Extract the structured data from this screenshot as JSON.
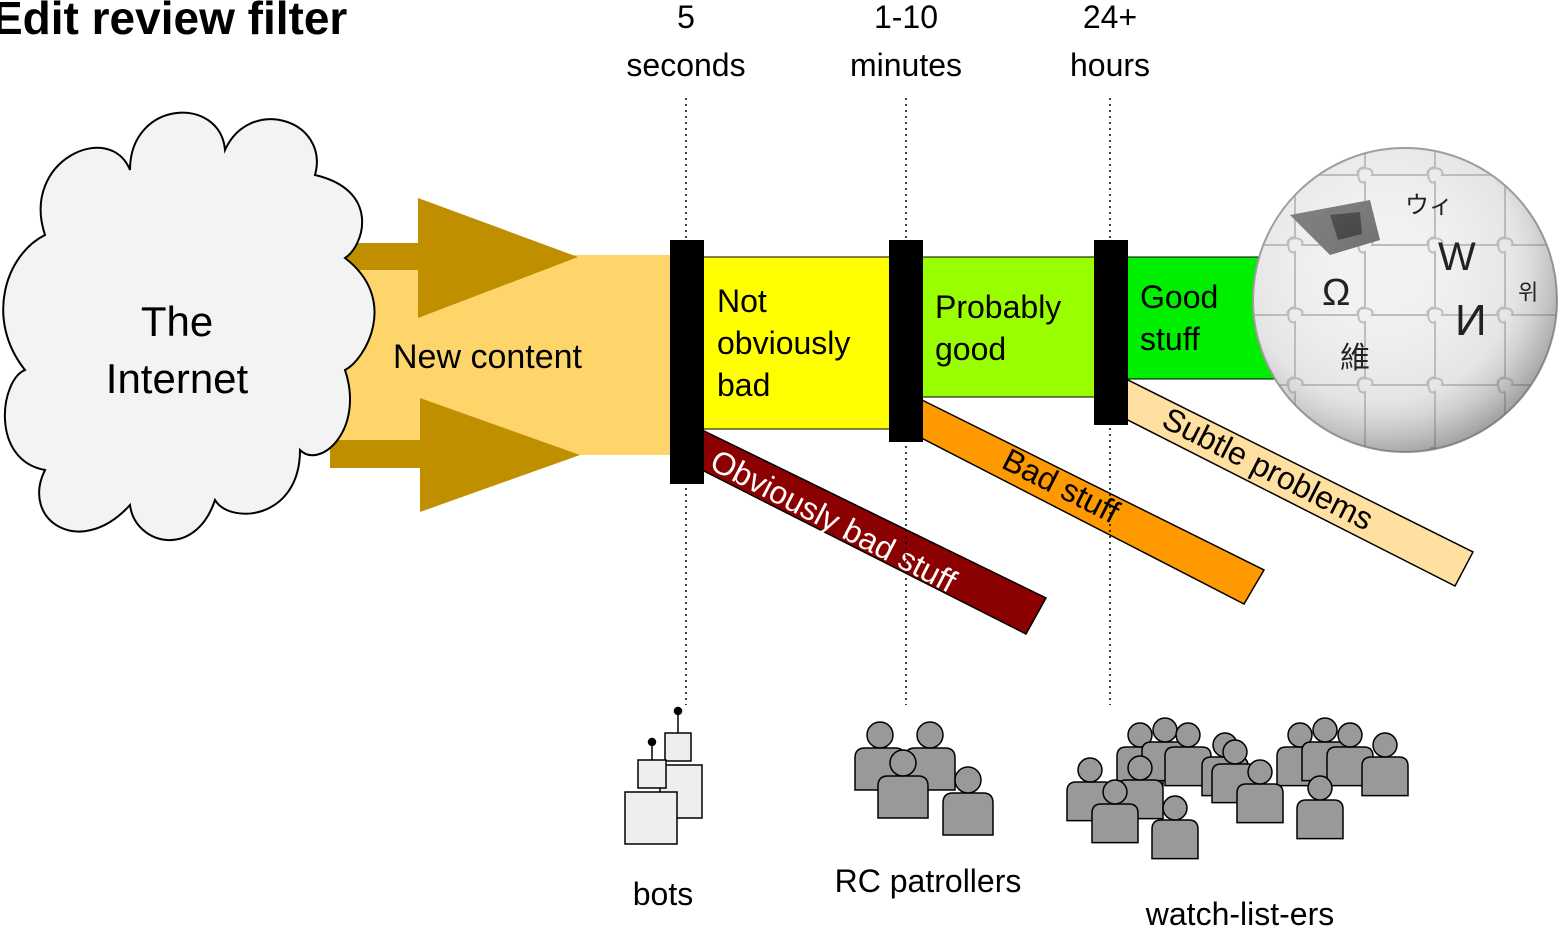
{
  "title": "Edit review filter",
  "source": {
    "line1": "The",
    "line2": "Internet"
  },
  "input_label": "New content",
  "time_labels": [
    {
      "line1": "5",
      "line2": "seconds"
    },
    {
      "line1": "1-10",
      "line2": "minutes"
    },
    {
      "line1": "24+",
      "line2": "hours"
    }
  ],
  "stages": [
    {
      "line1": "Not",
      "line2": "obviously",
      "line3": "bad",
      "color": "#ffff00"
    },
    {
      "line1": "Probably",
      "line2": "good",
      "line3": "",
      "color": "#99ff00"
    },
    {
      "line1": "Good",
      "line2": "stuff",
      "line3": "",
      "color": "#00ee00"
    }
  ],
  "rejects": [
    {
      "label": "Obviously bad stuff",
      "color": "#8b0000",
      "text_color": "#ffffff"
    },
    {
      "label": "Bad stuff",
      "color": "#ff9900",
      "text_color": "#000000"
    },
    {
      "label": "Subtle problems",
      "color": "#ffe0a0",
      "text_color": "#000000"
    }
  ],
  "reviewers": [
    {
      "label": "bots",
      "icon": "robot-icon"
    },
    {
      "label": "RC patrollers",
      "icon": "people-group-icon"
    },
    {
      "label": "watch-list-ers",
      "icon": "crowd-icon"
    }
  ],
  "globe": {
    "icon": "wikipedia-globe-icon",
    "glyphs": [
      "W",
      "Ω",
      "И",
      "維",
      "ウィ",
      "위"
    ]
  },
  "colors": {
    "pipe": "#fdd56b",
    "arrow": "#bf8f00",
    "cloud_fill": "#f3f3f3",
    "filter_bar": "#000000",
    "person": "#999999",
    "robot": "#eeeeee"
  }
}
